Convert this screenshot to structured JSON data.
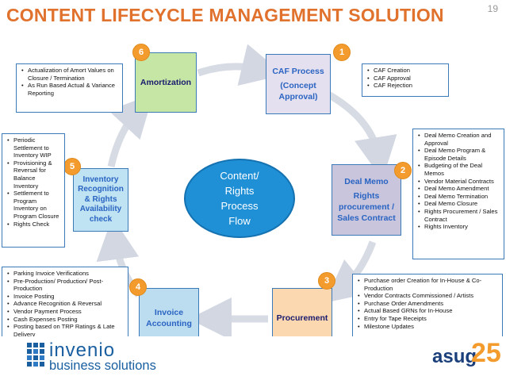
{
  "page": {
    "number": "19",
    "title": "CONTENT LIFECYCLE MANAGEMENT SOLUTION"
  },
  "center": {
    "lines": [
      "Content/",
      "Rights",
      "Process",
      "Flow"
    ]
  },
  "processes": {
    "caf": {
      "step": "1",
      "title": "CAF Process",
      "lines": [
        "(Concept",
        "Approval)"
      ]
    },
    "deal_memo": {
      "step": "2",
      "title": "Deal Memo",
      "lines": [
        "Rights",
        "procurement /",
        "Sales Contract"
      ]
    },
    "procurement": {
      "step": "3",
      "title": "Procurement"
    },
    "invoice": {
      "step": "4",
      "title_lines": [
        "Invoice",
        "Accounting"
      ]
    },
    "inventory": {
      "step": "5",
      "title_lines": [
        "Inventory",
        "Recognition",
        "& Rights",
        "Availability",
        "check"
      ]
    },
    "amortization": {
      "step": "6",
      "title": "Amortization"
    }
  },
  "notes": {
    "caf": [
      "CAF Creation",
      "CAF Approval",
      "CAF Rejection"
    ],
    "deal_memo": [
      "Deal Memo Creation and Approval",
      "Deal Memo Program & Episode Details",
      "Budgeting of the Deal Memos",
      "Vendor Material Contracts",
      "Deal Memo Amendment",
      "Deal Memo Termination",
      "Deal Memo Closure",
      "Rights Procurement / Sales Contract",
      "Rights Inventory"
    ],
    "procurement": [
      "Purchase order Creation for In-House & Co-Production",
      "Vendor Contracts Commissioned / Artists",
      "Purchase Order Amendments",
      "Actual Based GRNs for In-House",
      "Entry for Tape Receipts",
      "Milestone Updates"
    ],
    "invoice": [
      "Parking Invoice Verifications",
      "Pre-Production/ Production/ Post-Production",
      "Invoice Posting",
      "Advance Recognition & Reversal",
      "Vendor Payment Process",
      "Cash Expenses Posting",
      "Posting based on TRP Ratings & Late Delivery"
    ],
    "inventory": [
      "Periodic Settlement to Inventory WIP",
      "Provisioning & Reversal for Balance Inventory",
      "Settlement to Program Inventory on Program Closure",
      "Rights Check"
    ],
    "amortization": [
      "Actualization of Amort Values on Closure / Termination",
      "As Run Based Actual & Variance Reporting"
    ]
  },
  "footer": {
    "company_line1": "invenio",
    "company_line2": "business solutions",
    "partner": "asug",
    "partner_number": "25"
  },
  "colors": {
    "title": "#e0722e",
    "accent_orange": "#f39c2d",
    "process_border": "#3a7ab8",
    "center_fill": "#1f8fd6",
    "arrow": "#d7dbe4"
  }
}
